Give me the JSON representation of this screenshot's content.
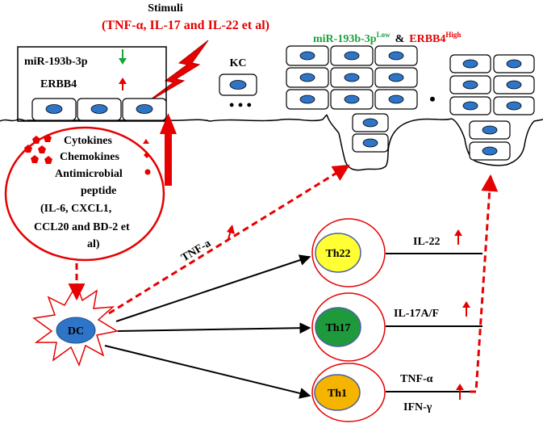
{
  "stimuli": {
    "label": "Stimuli",
    "items": "(TNF-α, IL-17 and IL-22 et al)"
  },
  "inset": {
    "mirna_label": "miR-193b-3p",
    "erbb4_label": "ERBB4"
  },
  "kc_label": "KC",
  "ellipsis": "• • •",
  "psoriasis_header": {
    "mirna_base": "miR-193b-3p",
    "mirna_sup": "Low",
    "ampersand": "&",
    "erbb4_base": "ERBB4",
    "erbb4_sup": "High"
  },
  "separator_dot": "•",
  "mediators": {
    "lines": [
      "Cytokines",
      "Chemokines",
      "Antimicrobial",
      "peptide",
      "(IL-6, CXCL1,",
      "CCL20 and BD-2 et",
      "al)"
    ]
  },
  "tnf_a_label": "TNF-a",
  "dc_label": "DC",
  "t_cells": [
    {
      "label": "Th22",
      "fill": "#ffff33",
      "cytokine": "IL-22",
      "cytokine2": ""
    },
    {
      "label": "Th17",
      "fill": "#1e9a3c",
      "cytokine": "IL-17A/F",
      "cytokine2": ""
    },
    {
      "label": "Th1",
      "fill": "#f4b400",
      "cytokine": "TNF-α",
      "cytokine2": "IFN-γ"
    }
  ],
  "colors": {
    "red": "#e60000",
    "green": "#1aa33a",
    "cell_nucleus": "#2e75c8",
    "dc_fill": "#2e75c8"
  }
}
